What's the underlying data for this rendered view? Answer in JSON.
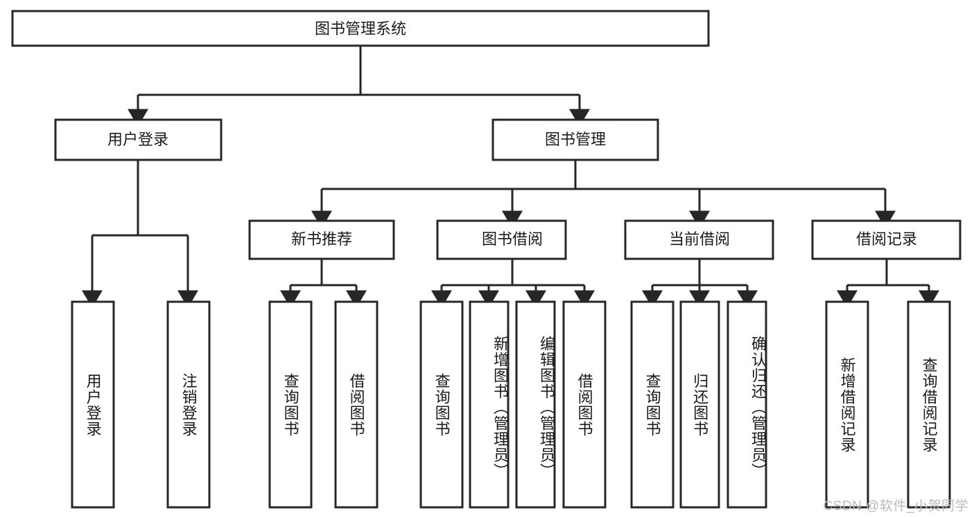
{
  "diagram": {
    "type": "tree-hierarchy",
    "title": "图书管理系统",
    "root": {
      "id": "root",
      "label": "图书管理系统",
      "level": 0
    },
    "level1": [
      {
        "id": "user-login",
        "label": "用户登录"
      },
      {
        "id": "book-manage",
        "label": "图书管理"
      }
    ],
    "level2": [
      {
        "id": "new-book-recommend",
        "label": "新书推荐",
        "parent": "book-manage"
      },
      {
        "id": "book-borrow",
        "label": "图书借阅",
        "parent": "book-manage"
      },
      {
        "id": "current-borrow",
        "label": "当前借阅",
        "parent": "book-manage"
      },
      {
        "id": "borrow-record",
        "label": "借阅记录",
        "parent": "book-manage"
      }
    ],
    "leaves": [
      {
        "id": "leaf-user-login",
        "label": "用户登录",
        "parent": "user-login"
      },
      {
        "id": "leaf-logout",
        "label": "注销登录",
        "parent": "user-login"
      },
      {
        "id": "leaf-query-book-1",
        "label": "查询图书",
        "parent": "new-book-recommend"
      },
      {
        "id": "leaf-borrow-book-1",
        "label": "借阅图书",
        "parent": "new-book-recommend"
      },
      {
        "id": "leaf-query-book-2",
        "label": "查询图书",
        "parent": "book-borrow"
      },
      {
        "id": "leaf-add-book",
        "label": "新增图书（管理员）",
        "parent": "book-borrow"
      },
      {
        "id": "leaf-edit-book",
        "label": "编辑图书（管理员）",
        "parent": "book-borrow"
      },
      {
        "id": "leaf-borrow-book-2",
        "label": "借阅图书",
        "parent": "book-borrow"
      },
      {
        "id": "leaf-query-book-3",
        "label": "查询图书",
        "parent": "current-borrow"
      },
      {
        "id": "leaf-return-book",
        "label": "归还图书",
        "parent": "current-borrow"
      },
      {
        "id": "leaf-confirm-return",
        "label": "确认归还（管理员）",
        "parent": "current-borrow"
      },
      {
        "id": "leaf-add-record",
        "label": "新增借阅记录",
        "parent": "borrow-record"
      },
      {
        "id": "leaf-query-record",
        "label": "查询借阅记录",
        "parent": "borrow-record"
      }
    ],
    "colors": {
      "stroke": "#262626",
      "fill": "#ffffff",
      "text": "#1a1a1a",
      "watermark": "#b9b9b9",
      "background": "#ffffff"
    }
  },
  "watermark": {
    "text": "CSDN @软件_小贺同学"
  }
}
